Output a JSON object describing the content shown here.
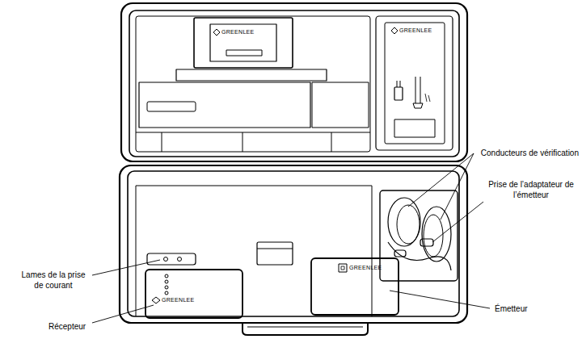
{
  "diagram": {
    "labels": [
      "GREENLEE",
      "GREENLEE",
      "GREENLEE",
      "GREENLEE",
      "Conducteurs de vérification",
      "Prise de l’adaptateur de l’émetteur",
      "Lames de la prise de courant",
      "Récepteur",
      "Émetteur"
    ]
  }
}
